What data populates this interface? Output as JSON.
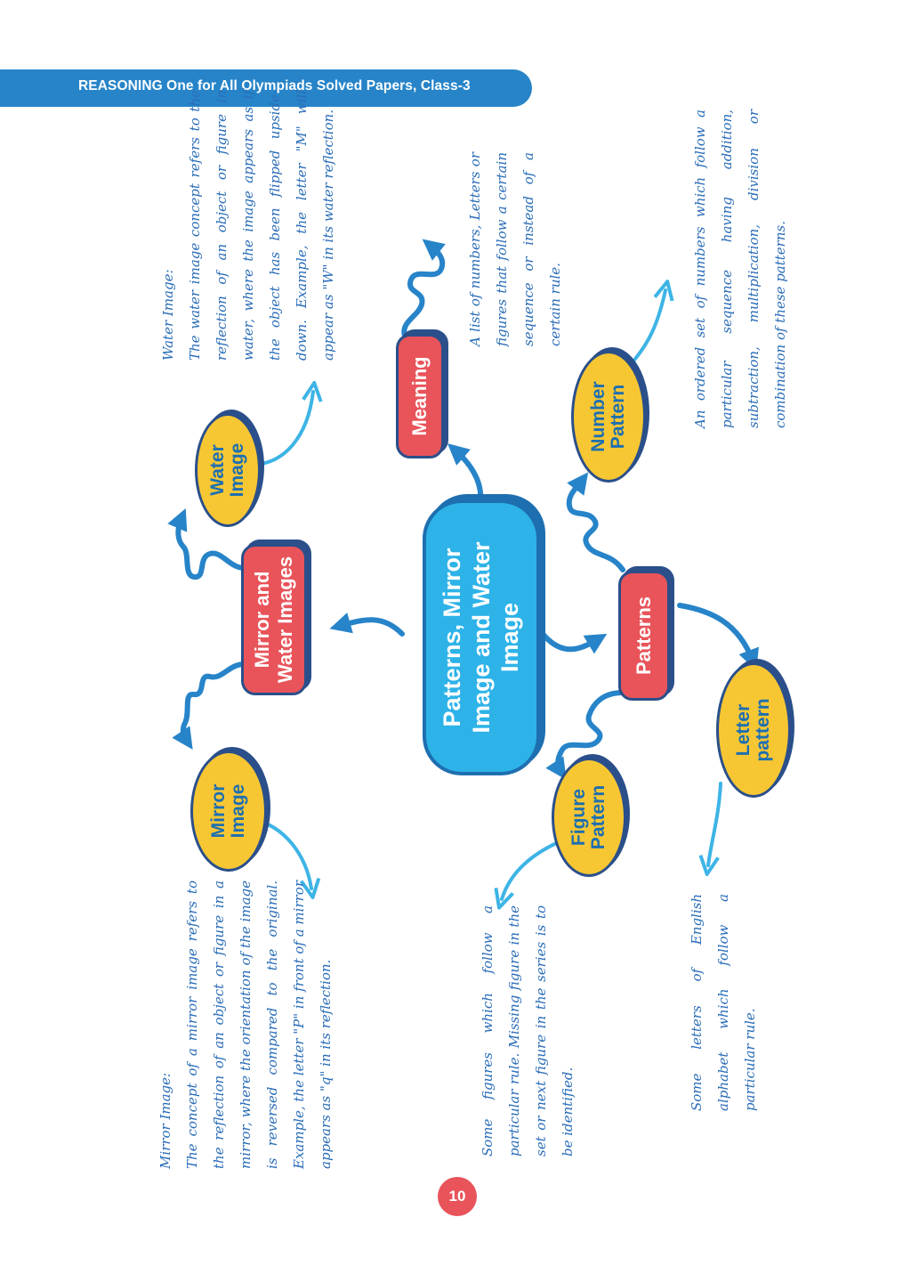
{
  "header": {
    "title": "REASONING One for All Olympiads Solved Papers, Class-3"
  },
  "diagram": {
    "central": "Patterns, Mirror Image and Water Image",
    "mirror_water": "Mirror and Water Images",
    "patterns": "Patterns",
    "meaning": "Meaning",
    "water_image": "Water Image",
    "mirror_image": "Mirror Image",
    "number_pattern": "Number Pattern",
    "letter_pattern": "Letter pattern",
    "figure_pattern": "Figure Pattern"
  },
  "notes": {
    "water_title": "Water Image:",
    "water_text": "The water image concept refers to the reflection of an object or figure in water, where the image appears as if the object has been flipped upside-down. Example, the letter \"M\" will appear as \"W\" in its water reflection.",
    "mirror_title": "Mirror Image:",
    "mirror_text": "The concept of a mirror image refers to the reflection of an object or figure in a mirror, where the orientation of the image is reversed compared to the original. Example, the letter \"P\" in front of a mirror appears as \"q\" in its reflection.",
    "meaning_text": "A list of numbers, Letters or figures that follow a certain sequence or instead of a certain rule.",
    "number_text": "An ordered set of numbers which follow a particular sequence having addition, subtraction, multiplication, division or combination of these patterns.",
    "figure_text": "Some figures which follow a particular rule. Missing figure in the set or next figure in the series is to be identified.",
    "letter_text": "Some letters of English alphabet which follow a particular rule."
  },
  "page_number": "10",
  "colors": {
    "header_blue": "#2784c9",
    "central_blue": "#2db3e8",
    "box_red": "#e8545a",
    "ellipse_yellow": "#f7c733",
    "text_blue": "#2a6db8"
  }
}
